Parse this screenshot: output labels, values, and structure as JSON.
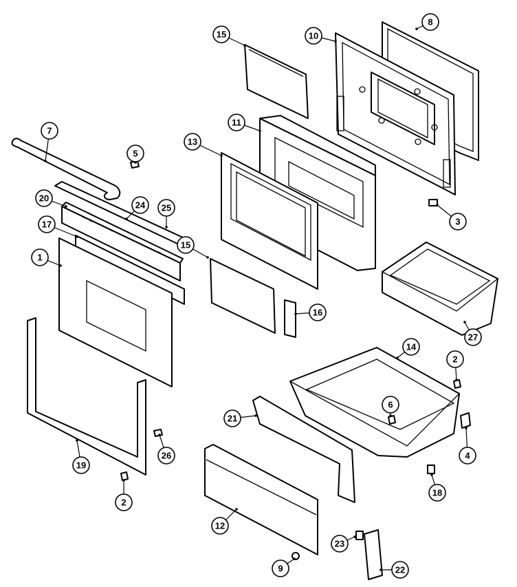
{
  "callouts": [
    {
      "label": "15"
    },
    {
      "label": "10"
    },
    {
      "label": "8"
    },
    {
      "label": "11"
    },
    {
      "label": "13"
    },
    {
      "label": "7"
    },
    {
      "label": "5"
    },
    {
      "label": "20"
    },
    {
      "label": "24"
    },
    {
      "label": "25"
    },
    {
      "label": "17"
    },
    {
      "label": "1"
    },
    {
      "label": "15"
    },
    {
      "label": "16"
    },
    {
      "label": "3"
    },
    {
      "label": "27"
    },
    {
      "label": "14"
    },
    {
      "label": "2"
    },
    {
      "label": "6"
    },
    {
      "label": "21"
    },
    {
      "label": "4"
    },
    {
      "label": "19"
    },
    {
      "label": "26"
    },
    {
      "label": "2"
    },
    {
      "label": "12"
    },
    {
      "label": "18"
    },
    {
      "label": "23"
    },
    {
      "label": "9"
    },
    {
      "label": "22"
    }
  ]
}
